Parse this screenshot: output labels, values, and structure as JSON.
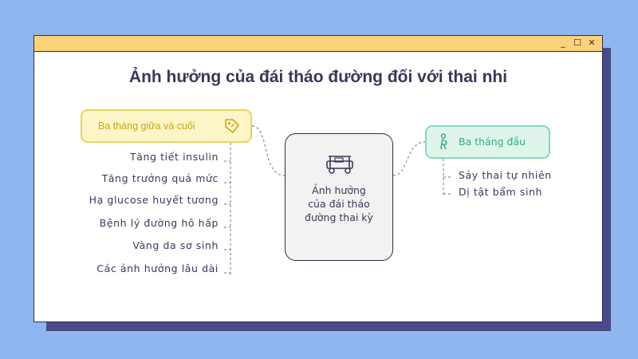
{
  "window": {
    "controls": {
      "minimize": "_",
      "maximize": "☐",
      "close": "✕"
    },
    "title": "Ảnh hưởng của đái tháo đường đối với thai nhi"
  },
  "diagram": {
    "center": {
      "icon": "tuk-tuk-icon",
      "line1": "Ảnh hưởng",
      "line2": "của đái tháo",
      "line3": "đường thai kỳ"
    },
    "left_branch": {
      "label": "Ba tháng giữa và cuối",
      "icon": "tag-icon",
      "color": "#e8d45c",
      "items": [
        "Tăng tiết insulin",
        "Tăng trưởng quá mức",
        "Hạ glucose huyết tương",
        "Bệnh lý đường hô hấp",
        "Vàng da sơ sinh",
        "Các ảnh hưởng lâu dài"
      ]
    },
    "right_branch": {
      "label": "Ba tháng đầu",
      "icon": "pregnant-person-icon",
      "color": "#86d8b4",
      "items": [
        "Sảy thai tự nhiên",
        "Dị tật bẩm sinh"
      ]
    }
  },
  "colors": {
    "background": "#8fb6ee",
    "shadow": "#4a4a88",
    "titlebar": "#fad27a",
    "text": "#38385a"
  }
}
